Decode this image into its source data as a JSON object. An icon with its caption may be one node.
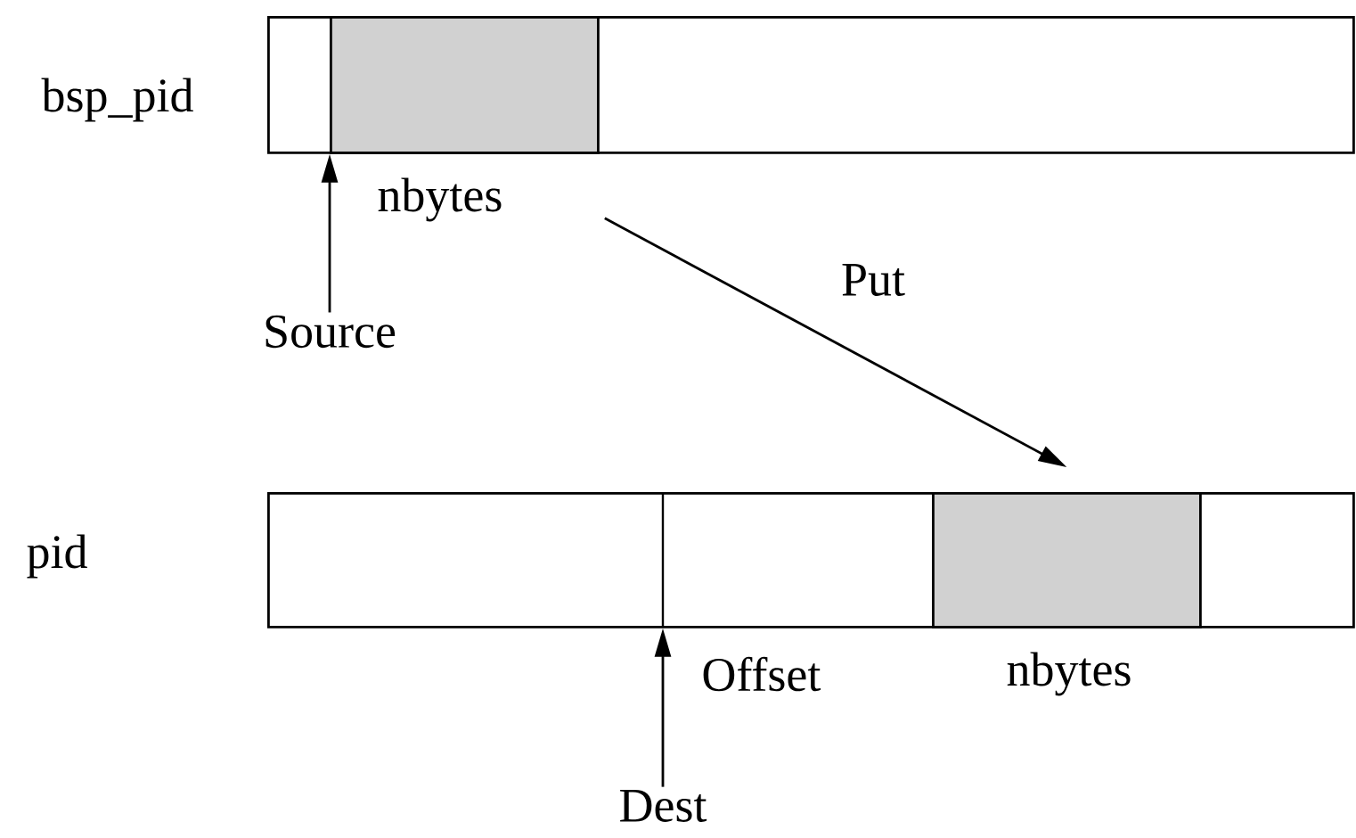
{
  "diagram": {
    "nodes": [
      {
        "text": [],
        "shape": "bar",
        "beside": [
          "bsp_pid"
        ]
      },
      {
        "text": [],
        "shape": "box",
        "in": 0,
        "beside": [
          "nbytes"
        ]
      },
      {
        "text": [
          "Source"
        ]
      },
      {
        "text": [],
        "shape": "bar",
        "beside": [
          "pid"
        ]
      },
      {
        "text": [],
        "shape": "box",
        "in": 3,
        "beside": [
          "nbytes"
        ]
      },
      {
        "text": [
          "Dest"
        ]
      }
    ],
    "edges": [
      {
        "from": 2,
        "to": 1,
        "arrow": "to"
      },
      {
        "from": 1,
        "to": 4,
        "arrow": "to",
        "label": "Put"
      },
      {
        "from": 5,
        "to": 3,
        "arrow": "to"
      }
    ],
    "labels": [
      "Offset"
    ]
  }
}
